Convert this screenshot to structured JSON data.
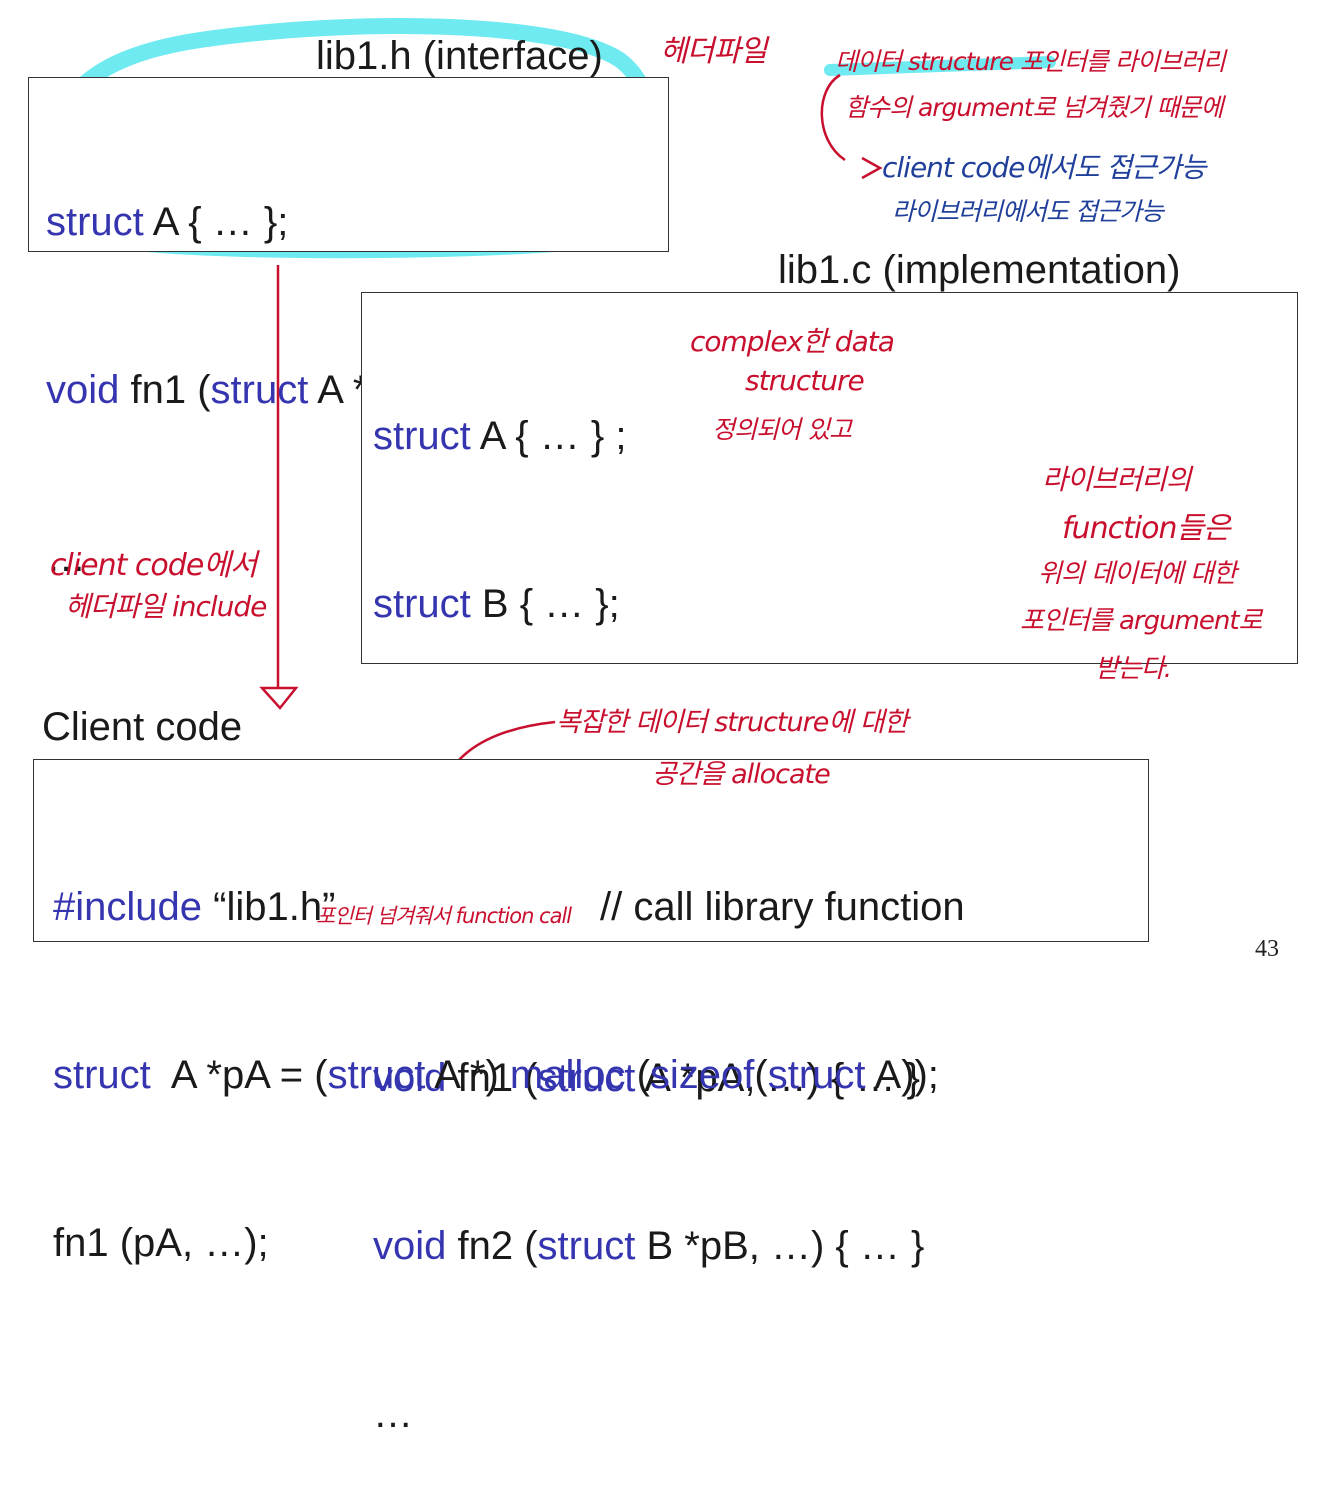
{
  "header": {
    "title": "lib1.h (interface)",
    "lines": [
      {
        "kw": "struct",
        "rest": " A { … };"
      },
      {
        "kw": "void",
        "rest": " fn1 (",
        "kw2": "struct",
        "rest2": " A *pA, …);"
      },
      {
        "kw": "",
        "rest": "…"
      }
    ]
  },
  "impl": {
    "title": "lib1.c (implementation)",
    "lines": [
      {
        "kw": "struct",
        "rest": " A { … } ;"
      },
      {
        "kw": "struct",
        "rest": " B { … };"
      },
      {
        "kw": "",
        "rest": "…"
      },
      {
        "kw": "void",
        "rest": " fn1 (",
        "kw2": "struct",
        "rest2": " A *pA, …) { … }"
      },
      {
        "kw": "void",
        "rest": " fn2 (",
        "kw2": "struct",
        "rest2": " B *pB, …) { … }"
      },
      {
        "kw": "",
        "rest": "…"
      }
    ]
  },
  "client": {
    "title": "Client code",
    "line1_kw": "#include",
    "line1_rest": " “lib1.h”",
    "line2": {
      "a": "struct",
      "b": "  A *pA = (",
      "c": "struct",
      "d": " A *) ",
      "e": "malloc",
      "f": " (",
      "g": "sizeof",
      "h": "(",
      "i": "struct",
      "j": " A));"
    },
    "line3_code": "fn1 (pA, …);",
    "line3_comment": "// call library function"
  },
  "annotations": {
    "header_file": "헤더파일",
    "pointer_note_1": "데이터 structure 포인터를 라이브러리",
    "pointer_note_2": "함수의 argument로 넘겨줬기 때문에",
    "access_client": "client code에서도 접근가능",
    "access_library": "라이브러리에서도 접근가능",
    "complex_1": "complex한 data",
    "complex_2": "structure",
    "complex_3": "정의되어 있고",
    "lib_fn_1": "라이브러리의",
    "lib_fn_2": "function들은",
    "lib_fn_3": "위의 데이터에 대한",
    "lib_fn_4": "포인터를 argument로",
    "lib_fn_5": "받는다.",
    "client_include_1": "client code에서",
    "client_include_2": "헤더파일 include",
    "alloc_1": "복잡한 데이터 structure에 대한",
    "alloc_2": "공간을 allocate",
    "pass_ptr": "포인터 넘겨줘서 function call"
  },
  "page_number": "43",
  "colors": {
    "keyword": "#3535b0",
    "highlight": "#5ee8ee",
    "pen_red": "#c8102e",
    "pen_blue": "#1f3f9a"
  }
}
